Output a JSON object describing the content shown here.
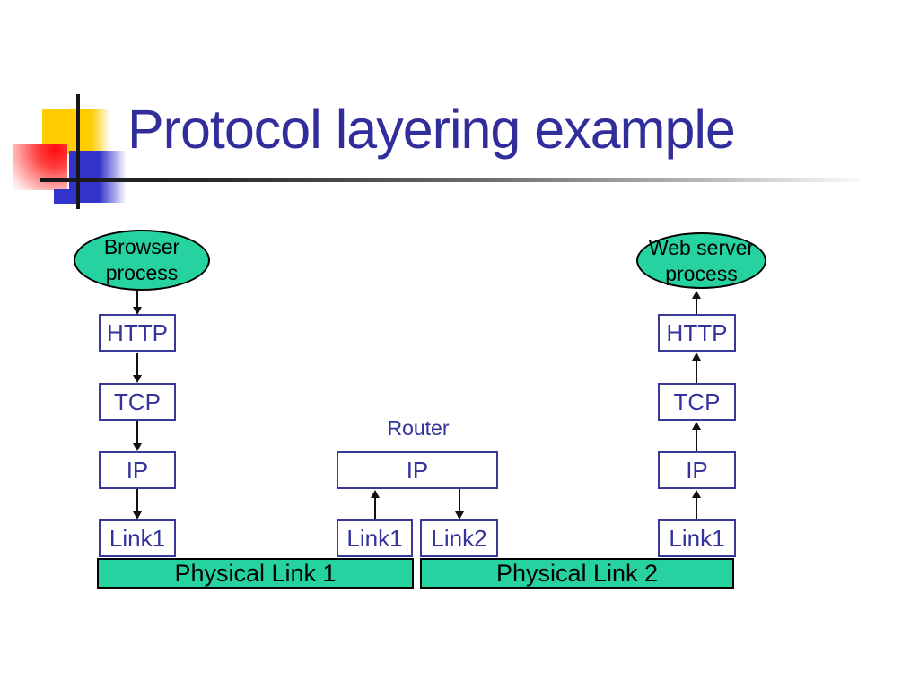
{
  "title": "Protocol layering example",
  "colors": {
    "title_text": "#312E9B",
    "box_border": "#39399A",
    "box_text": "#33339B",
    "green_fill": "#26D2A0",
    "arrow_black": "#111111",
    "yellow_square": "#FFCC00",
    "blue_square": "#3333CC",
    "red_square": "#FF1A1A"
  },
  "diagram": {
    "browser_ellipse": {
      "line1": "Browser",
      "line2": "process"
    },
    "web_server_ellipse": {
      "line1": "Web server",
      "line2": "process"
    },
    "left_stack": [
      "HTTP",
      "TCP",
      "IP",
      "Link1"
    ],
    "right_stack": [
      "HTTP",
      "TCP",
      "IP",
      "Link1"
    ],
    "router": {
      "label": "Router",
      "ip_box": "IP",
      "link1_box": "Link1",
      "link2_box": "Link2"
    },
    "physical_link_1_label": "Physical Link 1",
    "physical_link_2_label": "Physical Link 2"
  }
}
